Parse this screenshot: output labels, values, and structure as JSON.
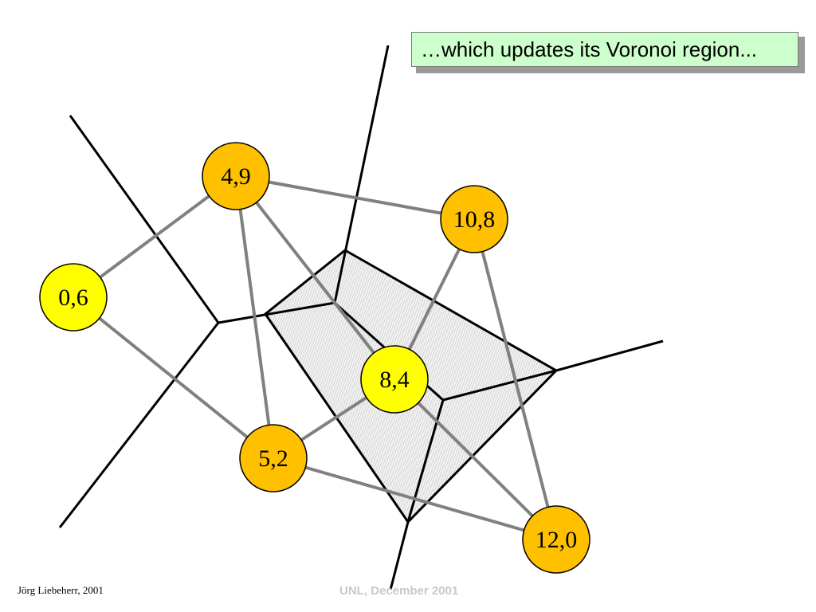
{
  "callout": {
    "text": "…which updates its Voronoi region..."
  },
  "footer": {
    "author": "Jörg Liebeherr, 2001",
    "venue": "UNL, December 2001"
  },
  "colors": {
    "node_yellow": "#ffff00",
    "node_orange": "#ffc000",
    "delaunay_edge": "#808080",
    "voronoi_edge": "#000000",
    "region_fill": "#e6e6e6",
    "callout_bg": "#ccffcc"
  },
  "nodes": [
    {
      "id": "n-0-6",
      "label": "0,6",
      "fill": "yellow"
    },
    {
      "id": "n-4-9",
      "label": "4,9",
      "fill": "orange"
    },
    {
      "id": "n-10-8",
      "label": "10,8",
      "fill": "orange"
    },
    {
      "id": "n-8-4",
      "label": "8,4",
      "fill": "yellow"
    },
    {
      "id": "n-5-2",
      "label": "5,2",
      "fill": "orange"
    },
    {
      "id": "n-12-0",
      "label": "12,0",
      "fill": "orange"
    }
  ],
  "delaunay_edges": [
    [
      "n-0-6",
      "n-4-9"
    ],
    [
      "n-0-6",
      "n-5-2"
    ],
    [
      "n-4-9",
      "n-10-8"
    ],
    [
      "n-4-9",
      "n-5-2"
    ],
    [
      "n-4-9",
      "n-8-4"
    ],
    [
      "n-10-8",
      "n-8-4"
    ],
    [
      "n-10-8",
      "n-12-0"
    ],
    [
      "n-8-4",
      "n-5-2"
    ],
    [
      "n-8-4",
      "n-12-0"
    ],
    [
      "n-5-2",
      "n-12-0"
    ]
  ],
  "highlighted_region": "n-8-4"
}
